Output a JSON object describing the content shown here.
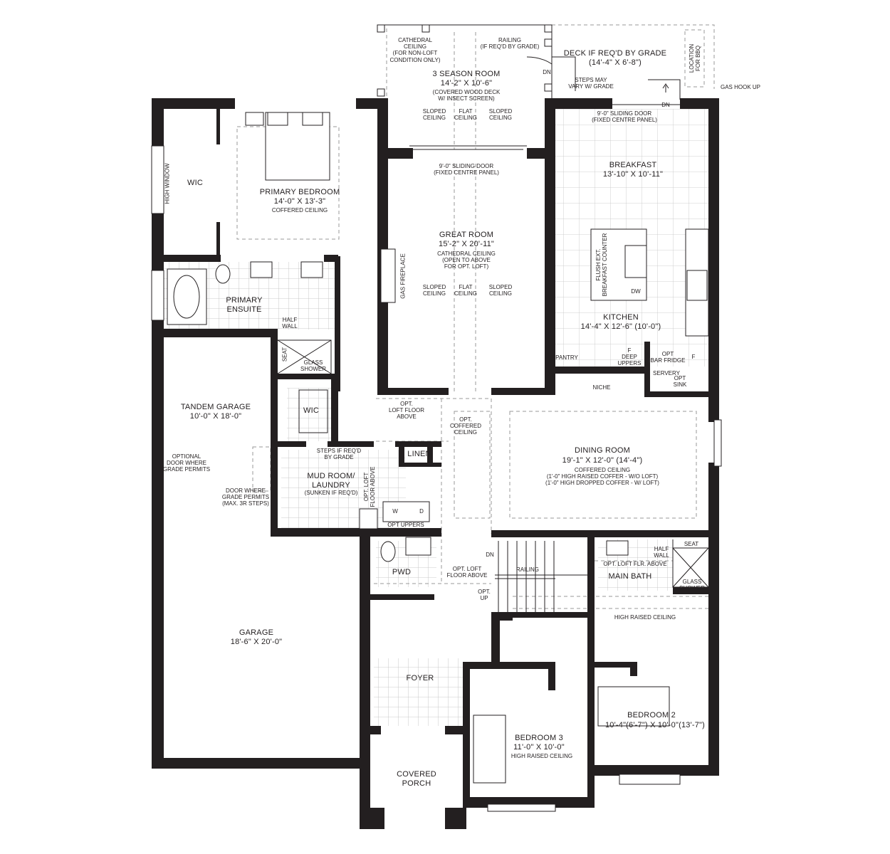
{
  "rooms": {
    "season": {
      "name": "3 SEASON ROOM",
      "dim": "14'-2\" X 10'-6\"",
      "note": "(COVERED WOOD DECK\nW/ INSECT SCREEN)"
    },
    "cathedral": "CATHEDRAL\nCEILING\n(FOR NON-LOFT\nCONDITION ONLY)",
    "railing_top": "RAILING\n(IF REQ'D BY GRADE)",
    "deck": {
      "name": "DECK IF REQ'D BY GRADE",
      "dim": "(14'-4\" X 6'-8\")"
    },
    "bbq": "LOCATION\nFOR BBQ",
    "gas": "GAS HOOK UP",
    "steps_vary": "STEPS MAY\nVARY W/ GRADE",
    "dn": "DN",
    "sloped": "SLOPED\nCEILING",
    "flat": "FLAT\nCEILING",
    "sliding": "9'-0\" SLIDING DOOR\n(FIXED CENTRE PANEL)",
    "breakfast": {
      "name": "BREAKFAST",
      "dim": "13'-10\" X 10'-11\""
    },
    "kitchen": {
      "name": "KITCHEN",
      "dim": "14'-4\" X 12'-6\" (10'-0\")"
    },
    "counter": "FLUSH EXT.\nBREAKFAST COUNTER",
    "dw": "DW",
    "pantry": "PANTRY",
    "deep_uppers": "F\nDEEP\nUPPERS",
    "bar_fridge": "OPT\nBAR FRIDGE",
    "f": "F",
    "servery": "SERVERY",
    "opt_sink": "OPT\nSINK",
    "niche": "NICHE",
    "great": {
      "name": "GREAT ROOM",
      "dim": "15'-2\" X 20'-11\"",
      "note": "CATHEDRAL CEILING\n(OPEN TO ABOVE\nFOR OPT. LOFT)"
    },
    "fireplace": "GAS FIREPLACE",
    "primary": {
      "name": "PRIMARY BEDROOM",
      "dim": "14'-0\" X 13'-3\"",
      "note": "COFFERED CEILING"
    },
    "wic": "WIC",
    "high_window": "HIGH WINDOW",
    "ensuite": "PRIMARY\nENSUITE",
    "half_wall": "HALF\nWALL",
    "seat": "SEAT",
    "glass_shower": "GLASS\nSHOWER",
    "tandem": {
      "name": "TANDEM GARAGE",
      "dim": "10'-0\" X 18'-0\""
    },
    "optional_door": "OPTIONAL\nDOOR WHERE\nGRADE PERMITS",
    "door_grade": "DOOR WHERE\nGRADE PERMITS\n(MAX. 3R STEPS)",
    "garage": {
      "name": "GARAGE",
      "dim": "18'-6\" X 20'-0\""
    },
    "wic2": "WIC",
    "loft_floor": "OPT.\nLOFT FLOOR\nABOVE",
    "opt_coffered": "OPT.\nCOFFERED\nCEILING",
    "steps_grade": "STEPS IF REQ'D\nBY GRADE",
    "linen": "LINEN",
    "mud": {
      "name": "MUD ROOM/\nLAUNDRY",
      "note": "(SUNKEN IF REQ'D)"
    },
    "opt_loft_vert": "OPT. LOFT\nFLOOR ABOVE",
    "w": "W",
    "d": "D",
    "opt_uppers": "OPT UPPERS",
    "dining": {
      "name": "DINING ROOM",
      "dim": "19'-1\" X 12'-0\" (14'-4\")",
      "note": "COFFERED CEILING\n(1'-0\" HIGH RAISED COFFER - W/O LOFT)\n(1'-0\" HIGH DROPPED COFFER - W/ LOFT)"
    },
    "pwd": "PWD",
    "loft_above2": "OPT. LOFT\nFLOOR ABOVE",
    "railing": "RAILING",
    "opt_up": "OPT.\nUP",
    "main_bath": "MAIN BATH",
    "loft_flr": "OPT. LOFT FLR. ABOVE",
    "high_raised": "HIGH RAISED CEILING",
    "foyer": "FOYER",
    "porch": "COVERED\nPORCH",
    "bed3": {
      "name": "BEDROOM 3",
      "dim": "11'-0\" X 10'-0\"",
      "note": "HIGH RAISED CEILING"
    },
    "bed2": {
      "name": "BEDROOM 2",
      "dim": "10'-4\"(6'-7\") X 10'-0\"(13'-7\")"
    }
  },
  "colors": {
    "wall": "#231f20",
    "line": "#9a9a9a"
  }
}
